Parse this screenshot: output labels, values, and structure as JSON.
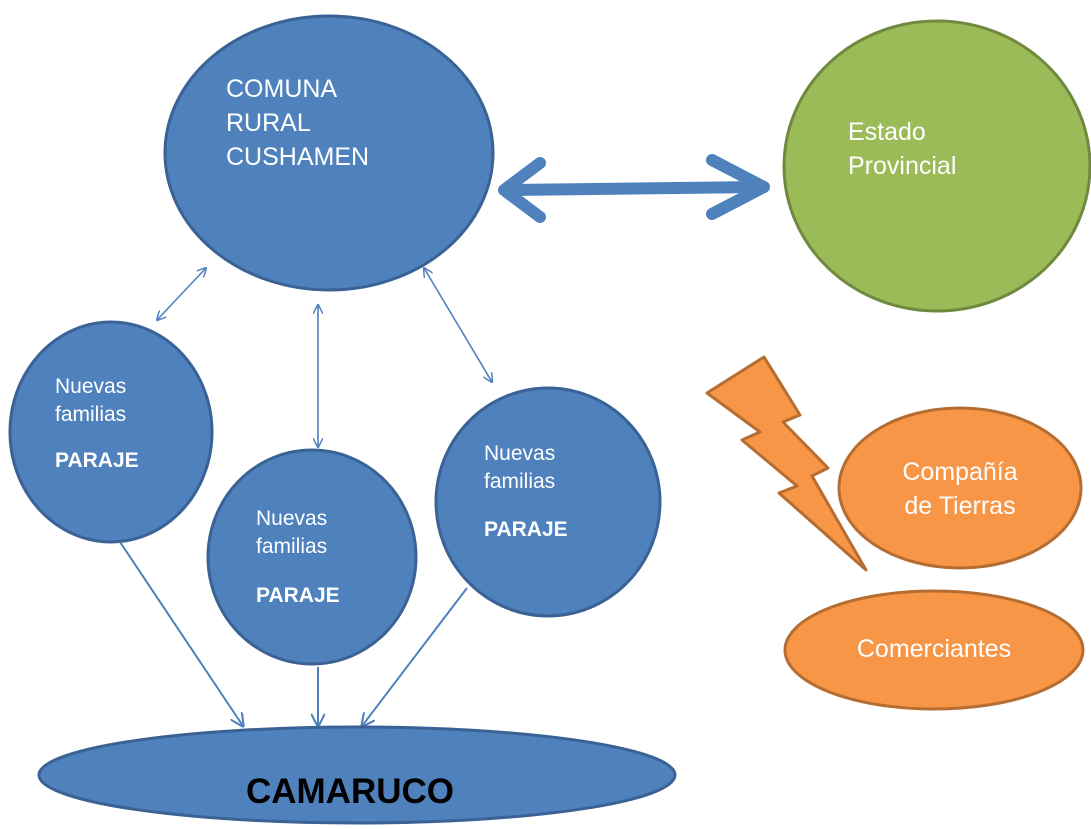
{
  "nodes": {
    "comuna": {
      "lines": [
        "COMUNA",
        "RURAL",
        "CUSHAMEN"
      ]
    },
    "estado": {
      "lines": [
        "Estado",
        "Provincial"
      ]
    },
    "paraje_left": {
      "lines": [
        "Nuevas",
        "familias"
      ],
      "tag": "PARAJE"
    },
    "paraje_center": {
      "lines": [
        "Nuevas",
        "familias"
      ],
      "tag": "PARAJE"
    },
    "paraje_right": {
      "lines": [
        "Nuevas",
        "familias"
      ],
      "tag": "PARAJE"
    },
    "compania": {
      "lines": [
        "Compañía",
        "de Tierras"
      ]
    },
    "comerciantes": {
      "label": "Comerciantes"
    },
    "camaruco": {
      "label": "CAMARUCO"
    }
  },
  "colors": {
    "blue_fill": "#4f81bd",
    "blue_stroke": "#3a6294",
    "green_fill": "#9bbb59",
    "green_stroke": "#71893f",
    "orange_fill": "#f79646",
    "orange_stroke": "#b66d31",
    "arrow": "#4f81bd"
  }
}
